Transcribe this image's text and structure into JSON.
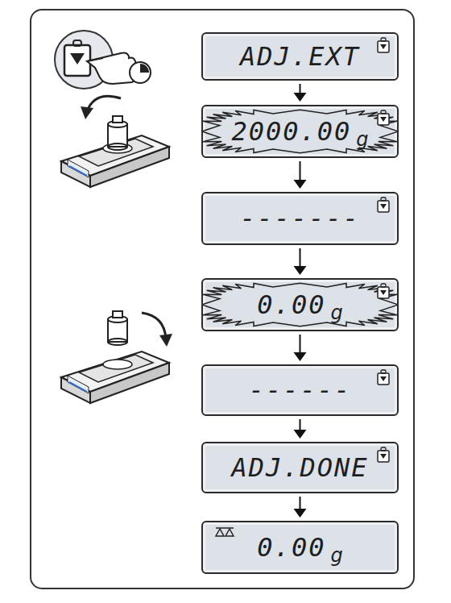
{
  "diagram": {
    "nodes": [
      {
        "text": [
          "ADJ.EXT"
        ]
      },
      {
        "text": [
          "2000.00",
          "g"
        ]
      },
      {
        "text": [
          "-------"
        ]
      },
      {
        "text": [
          "0.00",
          "g"
        ]
      },
      {
        "text": [
          "------"
        ]
      },
      {
        "text": [
          "ADJ.DONE"
        ]
      },
      {
        "text": [
          "0.00",
          "g"
        ]
      }
    ],
    "edges": [
      {
        "from": 0,
        "to": 1,
        "arrow": "to"
      },
      {
        "from": 1,
        "to": 2,
        "arrow": "to"
      },
      {
        "from": 2,
        "to": 3,
        "arrow": "to"
      },
      {
        "from": 3,
        "to": 4,
        "arrow": "to"
      },
      {
        "from": 4,
        "to": 5,
        "arrow": "to"
      },
      {
        "from": 5,
        "to": 6,
        "arrow": "to"
      }
    ]
  }
}
